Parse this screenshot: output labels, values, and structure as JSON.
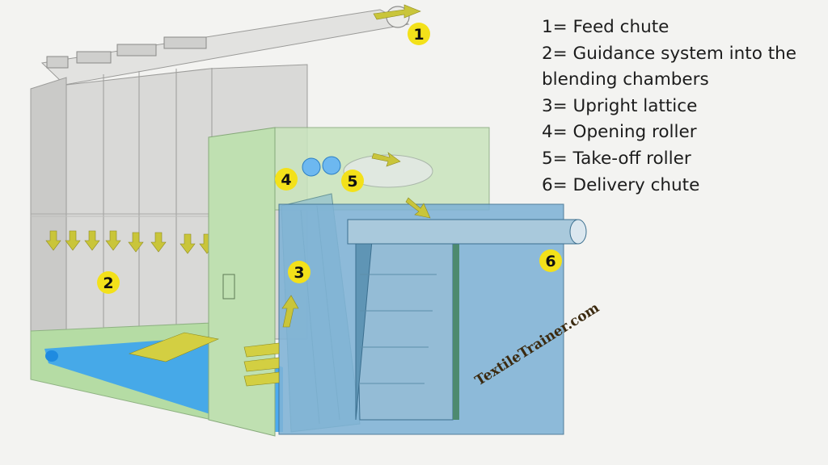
{
  "legend": [
    {
      "text": "1= Feed chute"
    },
    {
      "text": "2= Guidance system into the"
    },
    {
      "text": "blending chambers"
    },
    {
      "text": "3= Upright lattice"
    },
    {
      "text": "4= Opening roller"
    },
    {
      "text": "5= Take-off roller"
    },
    {
      "text": "6= Delivery chute"
    }
  ],
  "markers": [
    "1",
    "2",
    "3",
    "4",
    "5",
    "6"
  ],
  "watermark": "TextileTrainer.com",
  "colors": {
    "marker": "#f3e11a",
    "arrow": "#c8c43a",
    "machine_grey": "#d7d7d5",
    "green_panel": "#b7dcaa",
    "blue_panel": "#7fb3d6",
    "fibre_blue": "#2f9de8"
  }
}
